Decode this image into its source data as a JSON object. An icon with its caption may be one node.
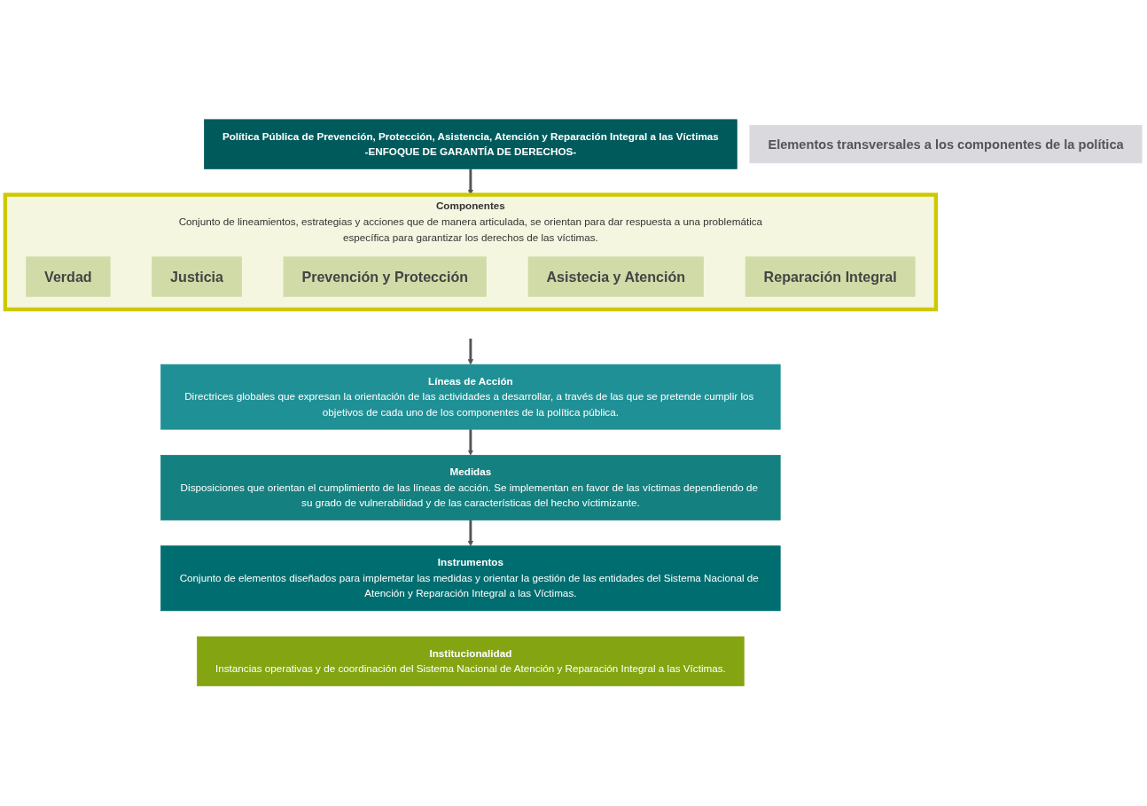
{
  "diagram": {
    "nodes": [
      {
        "text": [
          "Política Pública de Prevención, Protección, Asistencia, Atención y Reparación Integral a las Víctimas",
          "-ENFOQUE DE GARANTÍA DE DERECHOS-"
        ]
      },
      {
        "text": [
          "Elementos transversales a los componentes de la política"
        ]
      },
      {
        "text": [
          "Componentes",
          "Conjunto de lineamientos, estrategias y acciones que de manera articulada, se orientan para dar respuesta a una problemática específica para garantizar los derechos de las víctimas."
        ]
      },
      {
        "text": [
          "Verdad"
        ],
        "in": 2
      },
      {
        "text": [
          "Justicia"
        ],
        "in": 2
      },
      {
        "text": [
          "Prevención y Protección"
        ],
        "in": 2
      },
      {
        "text": [
          "Asistecia y Atención"
        ],
        "in": 2
      },
      {
        "text": [
          "Reparación Integral"
        ],
        "in": 2
      },
      {
        "text": [
          "Líneas de Acción",
          "Directrices globales que expresan la orientación de las actividades a desarrollar, a través de las que se pretende cumplir los objetivos de cada uno de los componentes de la política pública."
        ]
      },
      {
        "text": [
          "Medidas",
          "Disposiciones que orientan el cumplimiento de las líneas de acción. Se implementan en favor de las víctimas dependiendo de su grado de vulnerabilidad y de las características del hecho víctimizante."
        ]
      },
      {
        "text": [
          "Instrumentos",
          "Conjunto de elementos diseñados para implemetar las medidas y orientar la gestión de las entidades del Sistema Nacional de Atención y Reparación Integral a las Víctimas."
        ]
      },
      {
        "text": [
          "Institucionalidad",
          "Instancias operativas y de coordinación del Sistema Nacional de Atención y Reparación Integral a las Víctimas."
        ]
      }
    ],
    "edges": [
      {
        "from": 0,
        "to": 2,
        "arrow": "to"
      },
      {
        "from": 2,
        "to": 8,
        "arrow": "to"
      },
      {
        "from": 8,
        "to": 9,
        "arrow": "to"
      },
      {
        "from": 9,
        "to": 10,
        "arrow": "to"
      }
    ]
  }
}
